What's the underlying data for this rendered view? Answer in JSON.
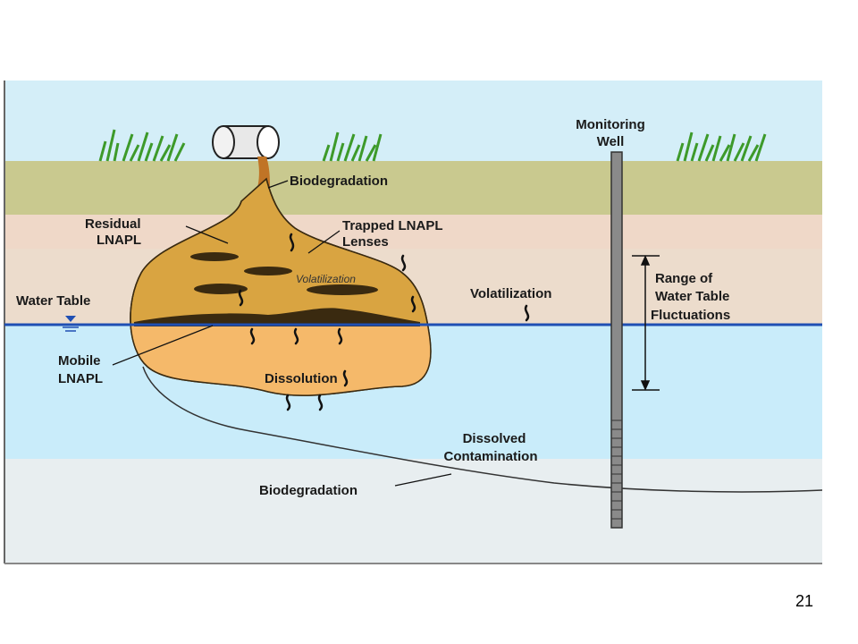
{
  "diagram": {
    "labels": {
      "monitoring_well_line1": "Monitoring",
      "monitoring_well_line2": "Well",
      "biodegradation_top": "Biodegradation",
      "residual_line1": "Residual",
      "residual_line2": "LNAPL",
      "trapped_line1": "Trapped LNAPL",
      "trapped_line2": "Lenses",
      "volatilization_inner": "Volatilization",
      "water_table": "Water Table",
      "volatilization_right": "Volatilization",
      "range_line1": "Range of",
      "range_line2": "Water Table",
      "range_line3": "Fluctuations",
      "mobile_line1": "Mobile",
      "mobile_line2": "LNAPL",
      "dissolution": "Dissolution",
      "dissolved_line1": "Dissolved",
      "dissolved_line2": "Contamination",
      "biodegradation_bottom": "Biodegradation"
    },
    "colors": {
      "sky": "#d4eef8",
      "topsoil": "#c9c98f",
      "subsoil": "#efd8c8",
      "vadose": "#ecdccc",
      "groundwater": "#c9ecfa",
      "deep": "#e8eef0",
      "water_line": "#1f4fb3",
      "lnapl_upper": "#d9a441",
      "lnapl_lower": "#f5b96a",
      "lnapl_dark": "#3a2a10",
      "stream": "#c07426",
      "grass": "#3d9a2a",
      "well": "#8a8a8a"
    }
  },
  "slide_number": "21"
}
